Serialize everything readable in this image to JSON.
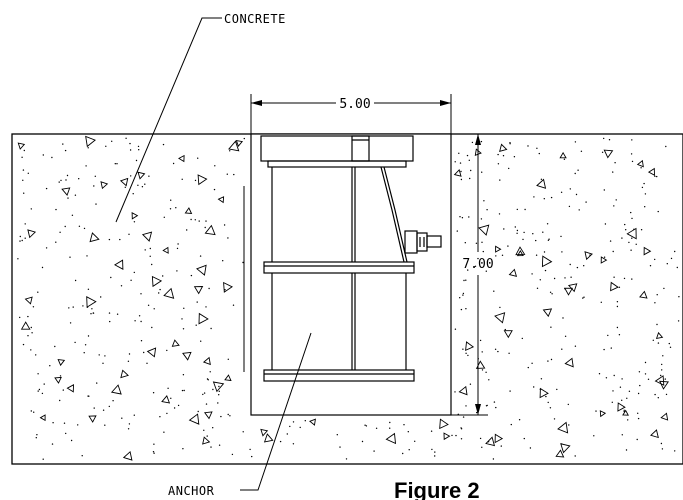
{
  "labels": {
    "concrete": "CONCRETE",
    "anchor": "ANCHOR",
    "figure": "Figure 2"
  },
  "dimensions": {
    "width": "5.00",
    "depth": "7.00"
  },
  "colors": {
    "line": "#000000",
    "background": "#ffffff"
  }
}
